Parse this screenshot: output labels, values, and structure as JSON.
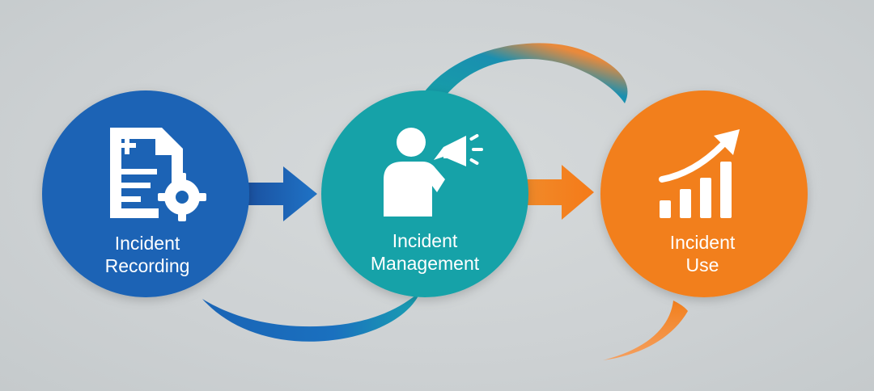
{
  "stages": [
    {
      "line1": "Incident",
      "line2": "Recording",
      "color": "#1a64b5",
      "icon": "document-gear-icon"
    },
    {
      "line1": "Incident",
      "line2": "Management",
      "color": "#17a2a8",
      "icon": "person-megaphone-icon"
    },
    {
      "line1": "Incident",
      "line2": "Use",
      "color": "#f27f1c",
      "icon": "growth-chart-icon"
    }
  ],
  "connectors": [
    {
      "from": "Incident Recording",
      "to": "Incident Management",
      "color": "#1a6fc0"
    },
    {
      "from": "Incident Management",
      "to": "Incident Use",
      "color": "#f07c1f"
    }
  ],
  "colors": {
    "background": "#cfd3d5",
    "blue": "#1a64b5",
    "teal": "#17a2a8",
    "orange": "#f27f1c",
    "icon": "#ffffff"
  }
}
